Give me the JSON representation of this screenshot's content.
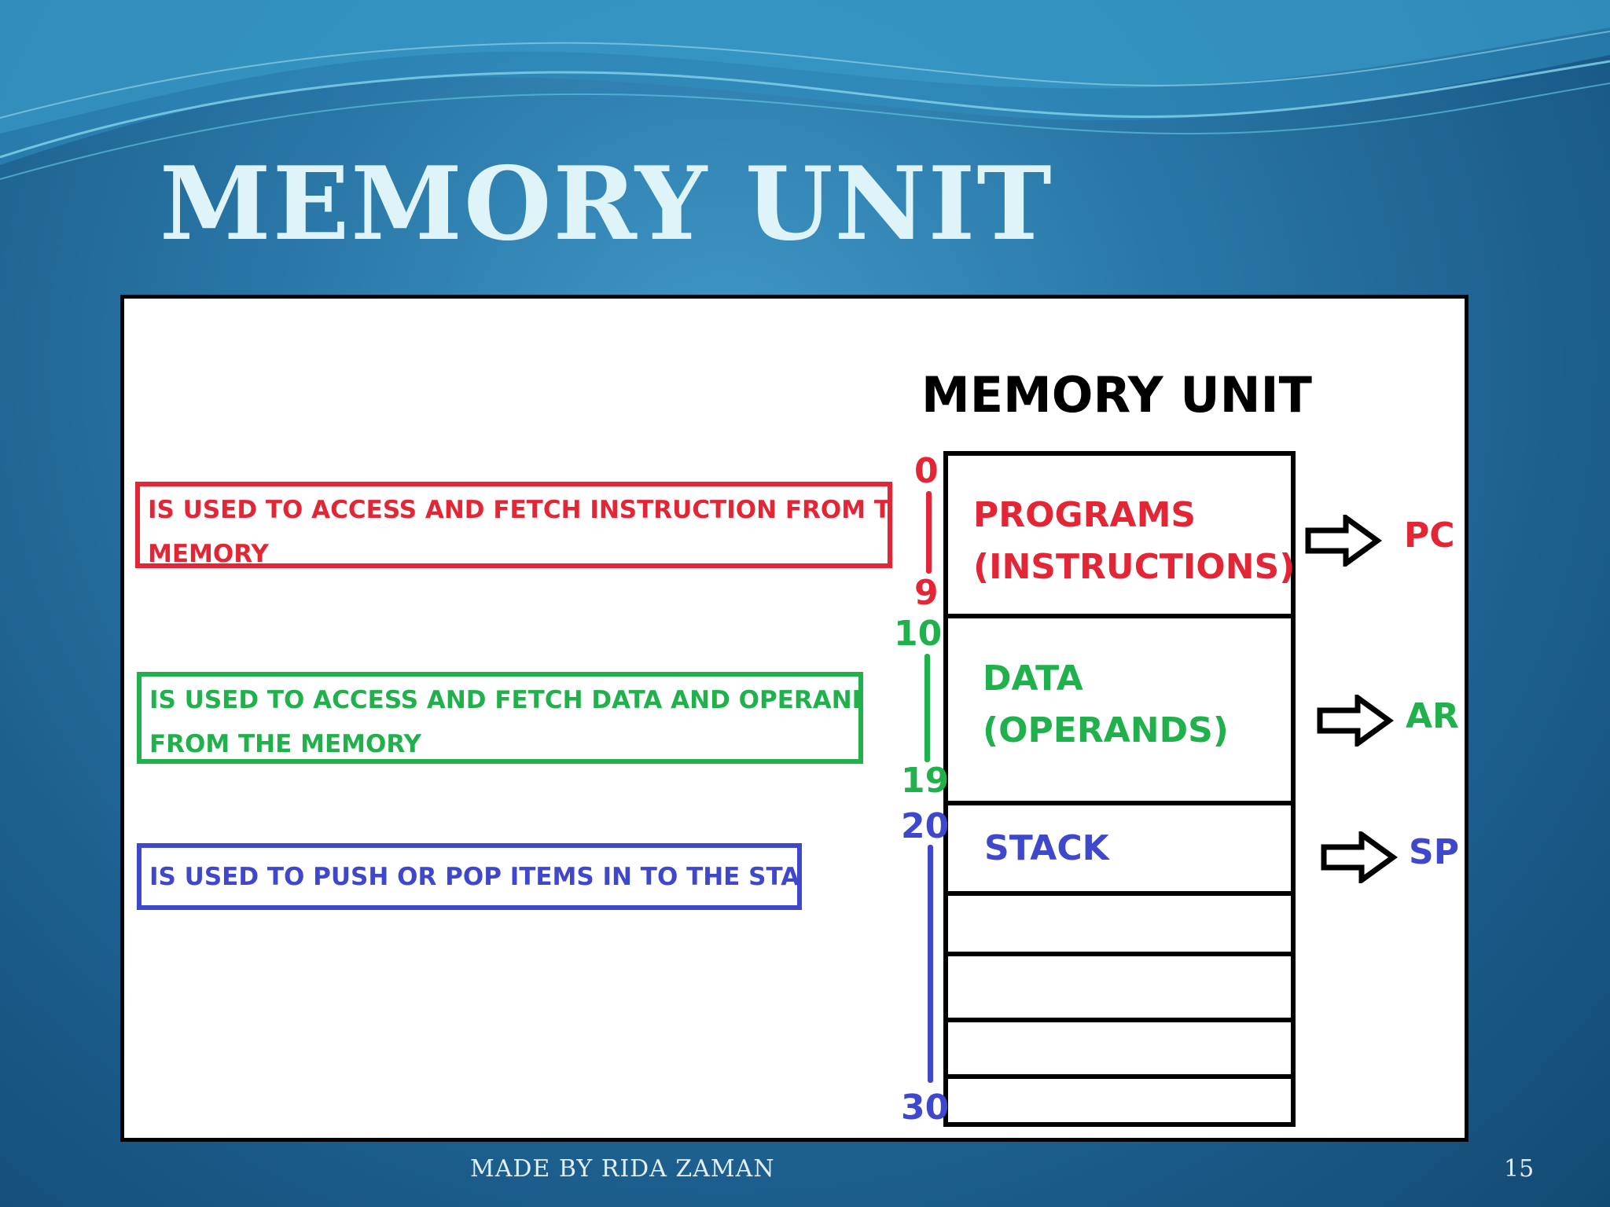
{
  "slide": {
    "title": "MEMORY UNIT",
    "footer": "MADE BY RIDA ZAMAN",
    "page_number": "15"
  },
  "diagram": {
    "title": "MEMORY UNIT",
    "descriptions": {
      "pc": [
        "IS USED TO ACCESS AND FETCH INSTRUCTION FROM THE",
        "MEMORY"
      ],
      "ar": [
        "IS USED TO ACCESS AND FETCH DATA AND OPERANDS",
        "FROM THE MEMORY"
      ],
      "sp": [
        "IS USED TO PUSH OR POP ITEMS IN TO THE STACK"
      ]
    },
    "cells": {
      "programs": [
        "PROGRAMS",
        "(INSTRUCTIONS)"
      ],
      "data": [
        "DATA",
        "(OPERANDS)"
      ],
      "stack": [
        "STACK"
      ]
    },
    "addresses": {
      "program_start": "0",
      "program_end": "9",
      "data_start": "10",
      "data_end": "19",
      "stack_start": "20",
      "stack_end": "30"
    },
    "registers": {
      "pc": "PC",
      "ar": "AR",
      "sp": "SP"
    },
    "colors": {
      "program": "#e32636",
      "data": "#21b14c",
      "stack": "#3f48cc",
      "outline": "#000000"
    },
    "icons": {
      "arrow": "right-outline-arrow-icon"
    }
  }
}
